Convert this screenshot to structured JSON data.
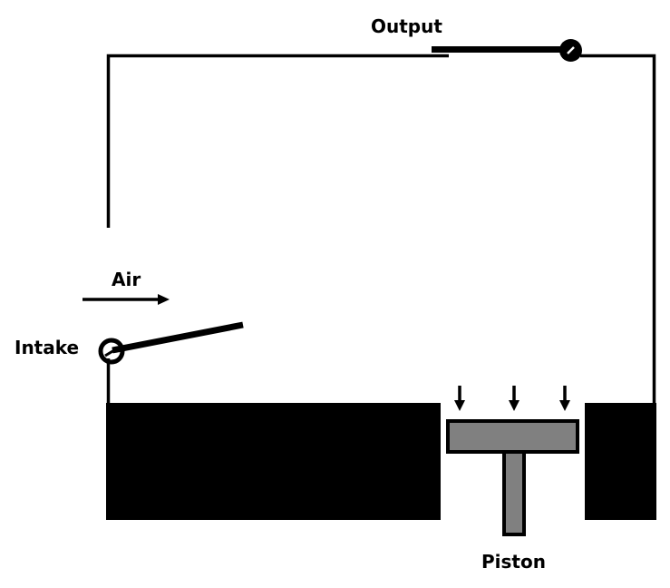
{
  "diagram": {
    "labels": {
      "output": "Output",
      "air": "Air",
      "intake": "Intake",
      "piston": "Piston"
    },
    "colors": {
      "line": "#000000",
      "piston_fill": "#808080",
      "background": "#ffffff"
    },
    "piston_arrow_count": 3
  }
}
